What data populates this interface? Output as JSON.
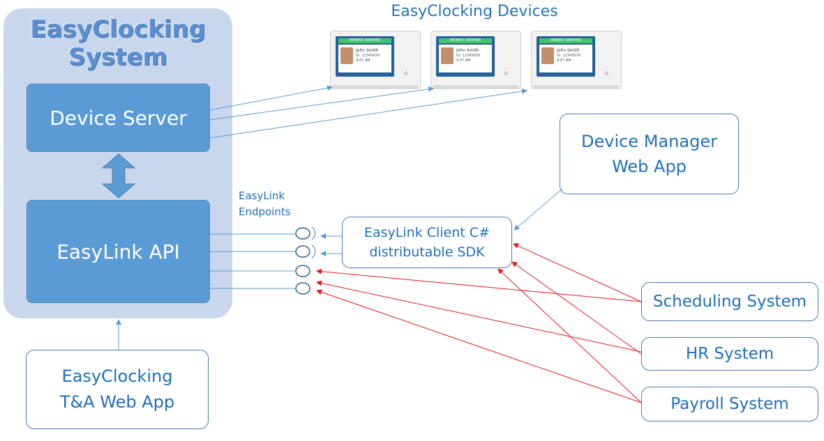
{
  "system": {
    "title": "EasyClocking\nSystem",
    "device_server": "Device Server",
    "easylink_api": "EasyLink API"
  },
  "devices": {
    "title": "EasyClocking Devices",
    "items": [
      {
        "banner": "PATIENT VERIFIED",
        "name": "John Smith",
        "id": "ID: 12345678",
        "time": "9:07 AM"
      },
      {
        "banner": "PATIENT VERIFIED",
        "name": "John Smith",
        "id": "ID: 12345678",
        "time": "9:07 AM"
      },
      {
        "banner": "PATIENT VERIFIED",
        "name": "John Smith",
        "id": "ID: 12345678",
        "time": "9:07 AM"
      }
    ]
  },
  "endpoints_label": "EasyLink\nEndpoints",
  "sdk": "EasyLink Client C#\ndistributable SDK",
  "device_manager": "Device Manager\nWeb App",
  "ta_web_app": "EasyClocking\nT&A Web App",
  "external_systems": {
    "scheduling": "Scheduling System",
    "hr": "HR System",
    "payroll": "Payroll System"
  },
  "colors": {
    "panel": "#c9d7ec",
    "blue_box": "#5b9bd5",
    "blue_line": "#5b9bd5",
    "red_line": "#e8161d",
    "text_blue": "#1f6fbf"
  },
  "icons": {
    "device": "time-clock-device-icon",
    "endpoint": "lollipop-endpoint-icon",
    "double_arrow": "bidirectional-arrow-icon"
  }
}
